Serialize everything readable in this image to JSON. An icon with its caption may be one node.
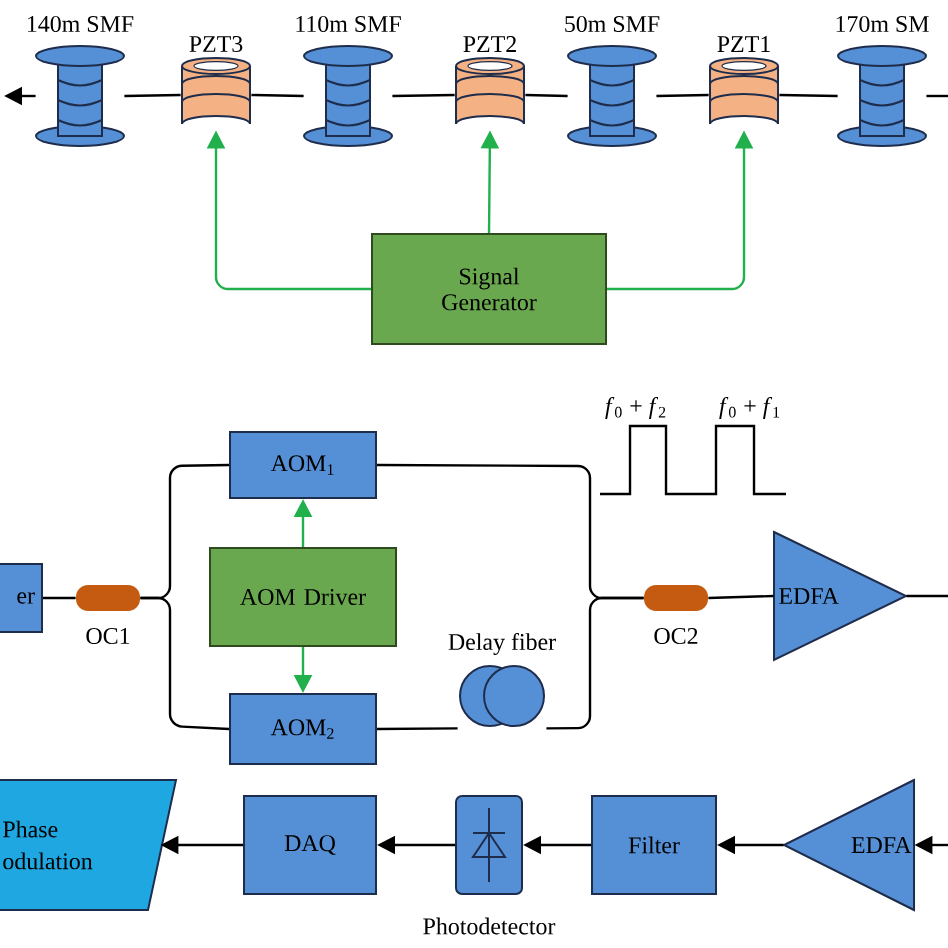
{
  "diagram": {
    "nodes": [
      {
        "text": [
          "140m SMF"
        ]
      },
      {
        "text": [
          "PZT3"
        ]
      },
      {
        "text": [
          "110m SMF"
        ]
      },
      {
        "text": [
          "PZT2"
        ]
      },
      {
        "text": [
          "50m SMF"
        ]
      },
      {
        "text": [
          "PZT1"
        ]
      },
      {
        "text": [
          "170m SM"
        ]
      },
      {
        "text": [
          "Signal Generator"
        ]
      },
      {
        "text": [
          "AOM$_{1}$"
        ]
      },
      {
        "text": [
          "er"
        ]
      },
      {
        "text": [
          "OC1"
        ]
      },
      {
        "text": [
          "AOM Driver"
        ]
      },
      {
        "text": [
          "Delay fiber"
        ]
      },
      {
        "text": [
          "OC2"
        ]
      },
      {
        "text": [
          "EDFA"
        ]
      },
      {
        "text": [
          "AOM$_{2}$"
        ]
      },
      {
        "text": [
          "Phase odulation"
        ]
      },
      {
        "text": [
          "DAQ"
        ]
      },
      {
        "text": [
          "Photodetector"
        ]
      },
      {
        "text": [
          "Filter"
        ]
      },
      {
        "text": [
          "EDFA"
        ]
      }
    ],
    "edges": [
      {
        "from": 6,
        "to": 5,
        "arrow": "none"
      },
      {
        "from": 5,
        "to": 4,
        "arrow": "none"
      },
      {
        "from": 4,
        "to": 3,
        "arrow": "none"
      },
      {
        "from": 3,
        "to": 2,
        "arrow": "none"
      },
      {
        "from": 2,
        "to": 1,
        "arrow": "none"
      },
      {
        "from": 1,
        "to": 0,
        "arrow": "none"
      },
      {
        "from": 0,
        "to": null,
        "arrow": "to"
      },
      {
        "from": null,
        "to": 6,
        "arrow": "none"
      },
      {
        "from": 7,
        "to": 1,
        "arrow": "to",
        "color": "#21b04b"
      },
      {
        "from": 7,
        "to": 3,
        "arrow": "to",
        "color": "#21b04b"
      },
      {
        "from": 7,
        "to": 5,
        "arrow": "to",
        "color": "#21b04b"
      },
      {
        "from": 9,
        "to": 10,
        "arrow": "none"
      },
      {
        "from": 10,
        "to": 8,
        "arrow": "none"
      },
      {
        "from": 10,
        "to": 15,
        "arrow": "none"
      },
      {
        "from": 8,
        "to": 13,
        "arrow": "none"
      },
      {
        "from": 15,
        "to": 12,
        "arrow": "none"
      },
      {
        "from": 12,
        "to": 13,
        "arrow": "none"
      },
      {
        "from": 13,
        "to": 14,
        "arrow": "none"
      },
      {
        "from": 14,
        "to": null,
        "arrow": "none"
      },
      {
        "from": 11,
        "to": 8,
        "arrow": "to",
        "color": "#21b04b"
      },
      {
        "from": 11,
        "to": 15,
        "arrow": "to",
        "color": "#21b04b"
      },
      {
        "from": null,
        "to": 20,
        "arrow": "to"
      },
      {
        "from": 20,
        "to": 19,
        "arrow": "to"
      },
      {
        "from": 19,
        "to": 18,
        "arrow": "to"
      },
      {
        "from": 18,
        "to": 17,
        "arrow": "to"
      },
      {
        "from": 17,
        "to": 16,
        "arrow": "to"
      }
    ],
    "labels": [
      "*f*$_{0}$ + *f*$_{2}$",
      "*f*$_{0}$ + *f*$_{1}$"
    ]
  }
}
